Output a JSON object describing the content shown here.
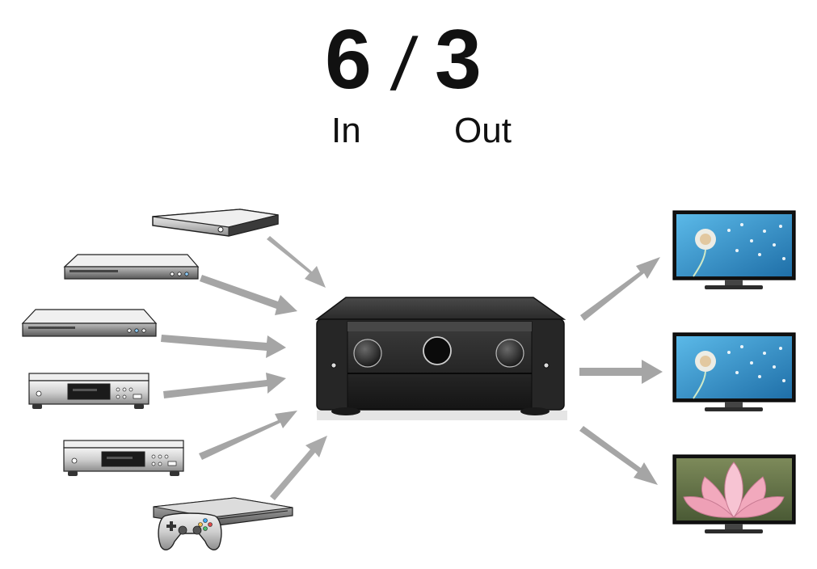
{
  "headline": {
    "inputs_count": "6",
    "separator": "/",
    "outputs_count": "3",
    "inputs_label": "In",
    "outputs_label": "Out"
  },
  "devices": {
    "inputs": [
      "streaming-media-box",
      "blu-ray-player",
      "dvd-player",
      "cd-player",
      "tuner-player",
      "game-console"
    ],
    "hub": "av-receiver",
    "outputs": [
      "tv-dandelion",
      "tv-dandelion",
      "tv-lotus"
    ]
  },
  "colors": {
    "arrow": "#9a9a9a",
    "device_dark": "#2a2a2a",
    "device_light": "#d9d9d9",
    "screen_sky": "#2f8fc9",
    "lotus_pink": "#f2a9bd"
  }
}
